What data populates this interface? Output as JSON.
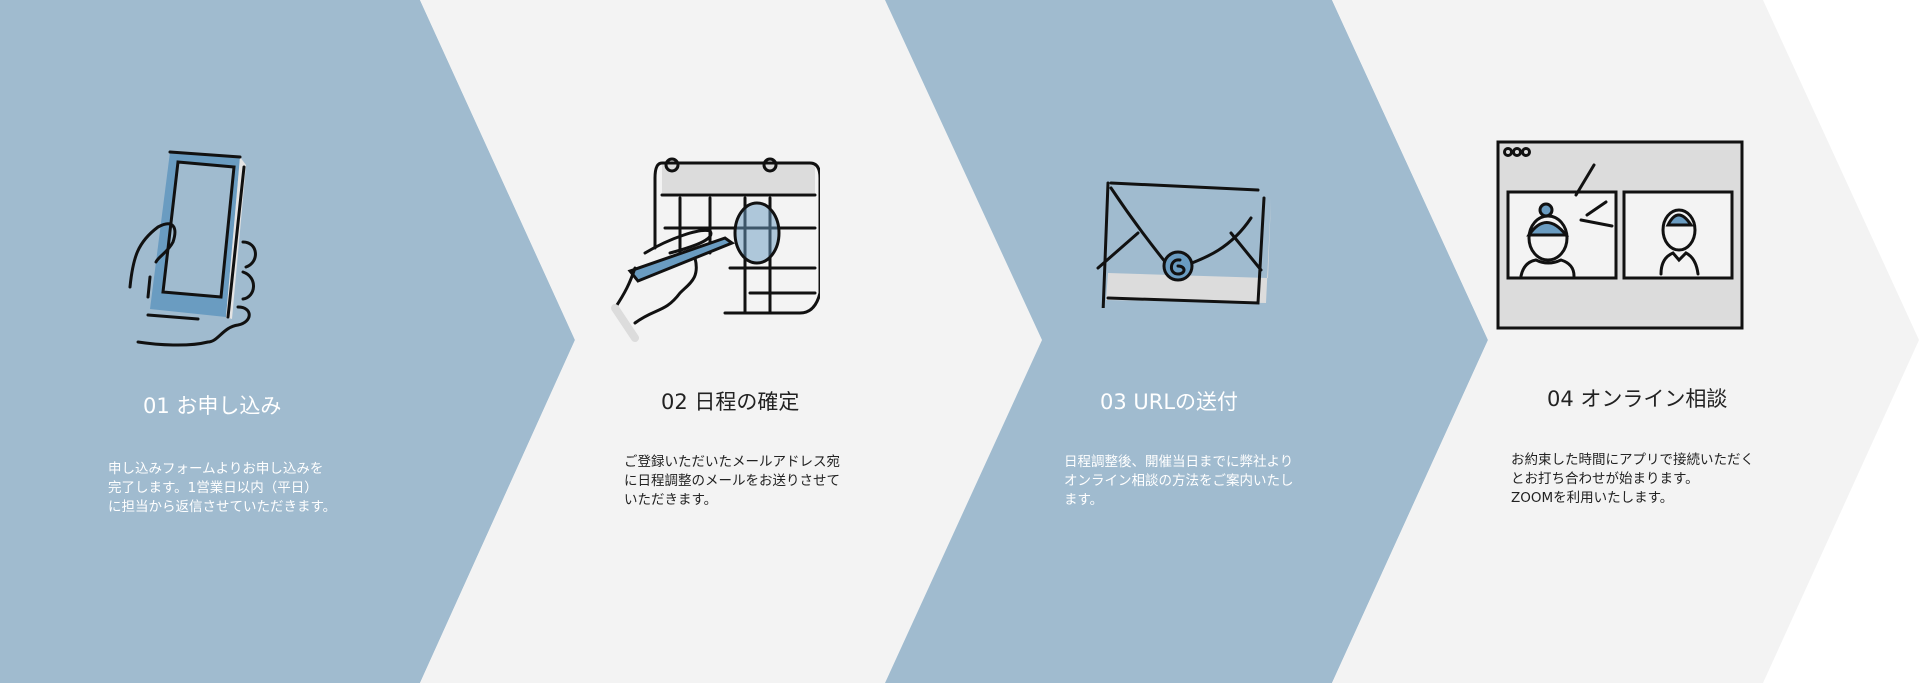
{
  "colors": {
    "blue": "#a0bbcf",
    "gray": "#f3f3f3",
    "accent": "#6a9cc1",
    "ink": "#111111"
  },
  "steps": [
    {
      "title": "01 お申し込み",
      "description": "申し込みフォームよりお申し込みを\n完了します。1営業日以内（平日）\nに担当から返信させていただきます。",
      "icon": "smartphone-hand-icon"
    },
    {
      "title": "02 日程の確定",
      "description": "ご登録いただいたメールアドレス宛\nに日程調整のメールをお送りさせて\nいただきます。",
      "icon": "calendar-pen-icon"
    },
    {
      "title": "03 URLの送付",
      "description": "日程調整後、開催当日までに弊社より\nオンライン相談の方法をご案内いたし\nます。",
      "icon": "envelope-icon"
    },
    {
      "title": "04 オンライン相談",
      "description": "お約束した時間にアプリで接続いただく\nとお打ち合わせが始まります。\nZOOMを利用いたします。",
      "icon": "video-call-icon"
    }
  ]
}
